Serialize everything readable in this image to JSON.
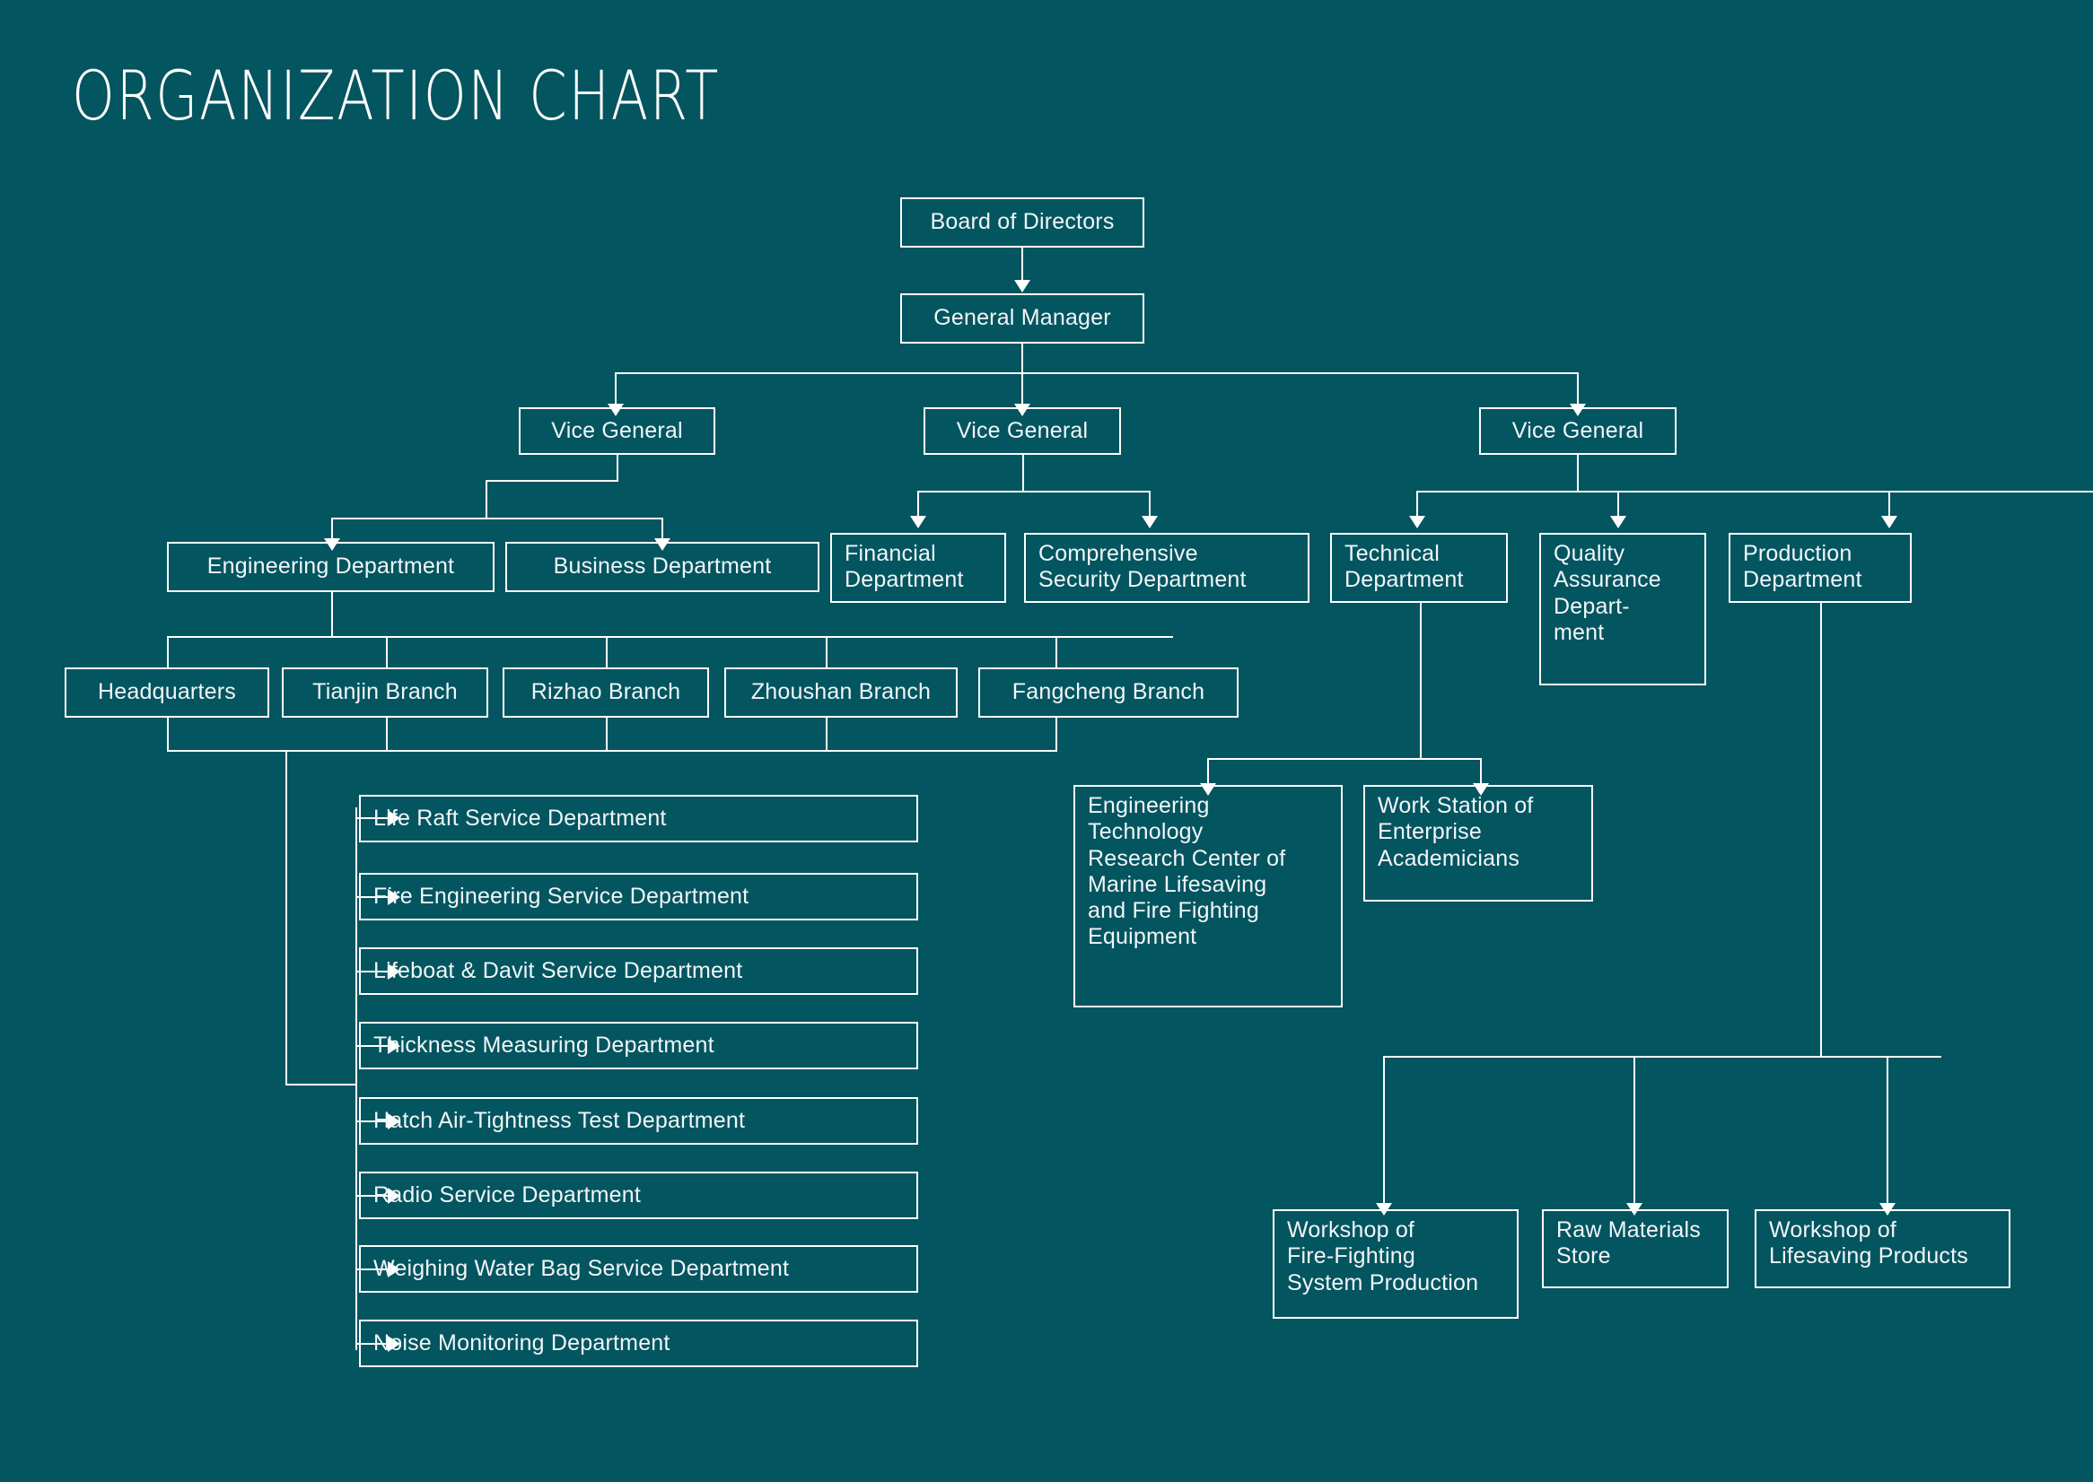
{
  "page": {
    "title": "ORGANIZATION CHART",
    "background_color": "#035560",
    "line_color": "#ffffff",
    "text_color": "#f2f6f7"
  },
  "chart_data": {
    "type": "diagram",
    "title": "ORGANIZATION CHART",
    "nodes": {
      "board": "Board of Directors",
      "general_manager": "General Manager",
      "vice_general_left": "Vice General",
      "vice_general_center": "Vice General",
      "vice_general_right": "Vice General",
      "engineering_department": "Engineering Department",
      "business_department": "Business Department",
      "financial_department": "Financial\nDepartment",
      "comprehensive_security_department": "Comprehensive\nSecurity Department",
      "technical_department": "Technical\nDepartment",
      "quality_assurance_department": "Quality\nAssurance\nDepart-\nment",
      "production_department": "Production\nDepartment",
      "engineering_tech_research_center": "Engineering\nTechnology\nResearch Center of\nMarine Lifesaving\nand Fire Fighting\nEquipment",
      "work_station_academicians": "Work Station of\nEnterprise\nAcademicians",
      "workshop_fire_fighting": "Workshop of\nFire-Fighting\nSystem Production",
      "raw_materials_store": "Raw Materials\nStore",
      "workshop_lifesaving": "Workshop of\nLifesaving Products"
    },
    "branches": [
      "Headquarters",
      "Tianjin Branch",
      "Rizhao Branch",
      "Zhoushan Branch",
      "Fangcheng Branch"
    ],
    "service_departments": [
      "Life Raft Service Department",
      "Fire Engineering Service Department",
      "Lifeboat & Davit Service Department",
      "Thickness Measuring Department",
      "Hatch Air-Tightness Test Department",
      "Radio Service Department",
      "Weighing Water Bag Service Department",
      "Noise Monitoring Department"
    ],
    "edges": [
      {
        "from": "board",
        "to": "general_manager"
      },
      {
        "from": "general_manager",
        "to": "vice_general_left"
      },
      {
        "from": "general_manager",
        "to": "vice_general_center"
      },
      {
        "from": "general_manager",
        "to": "vice_general_right"
      },
      {
        "from": "vice_general_left",
        "to": "engineering_department"
      },
      {
        "from": "vice_general_left",
        "to": "business_department"
      },
      {
        "from": "vice_general_center",
        "to": "financial_department"
      },
      {
        "from": "vice_general_center",
        "to": "comprehensive_security_department"
      },
      {
        "from": "vice_general_right",
        "to": "technical_department"
      },
      {
        "from": "vice_general_right",
        "to": "quality_assurance_department"
      },
      {
        "from": "vice_general_right",
        "to": "production_department"
      },
      {
        "from": "engineering_department",
        "to": "Headquarters"
      },
      {
        "from": "engineering_department",
        "to": "Tianjin Branch"
      },
      {
        "from": "engineering_department",
        "to": "Rizhao Branch"
      },
      {
        "from": "engineering_department",
        "to": "Zhoushan Branch"
      },
      {
        "from": "engineering_department",
        "to": "Fangcheng Branch"
      },
      {
        "from": "branches",
        "to": "service_departments"
      },
      {
        "from": "technical_department",
        "to": "engineering_tech_research_center"
      },
      {
        "from": "technical_department",
        "to": "work_station_academicians"
      },
      {
        "from": "production_department",
        "to": "workshop_fire_fighting"
      },
      {
        "from": "production_department",
        "to": "raw_materials_store"
      },
      {
        "from": "production_department",
        "to": "workshop_lifesaving"
      }
    ]
  }
}
